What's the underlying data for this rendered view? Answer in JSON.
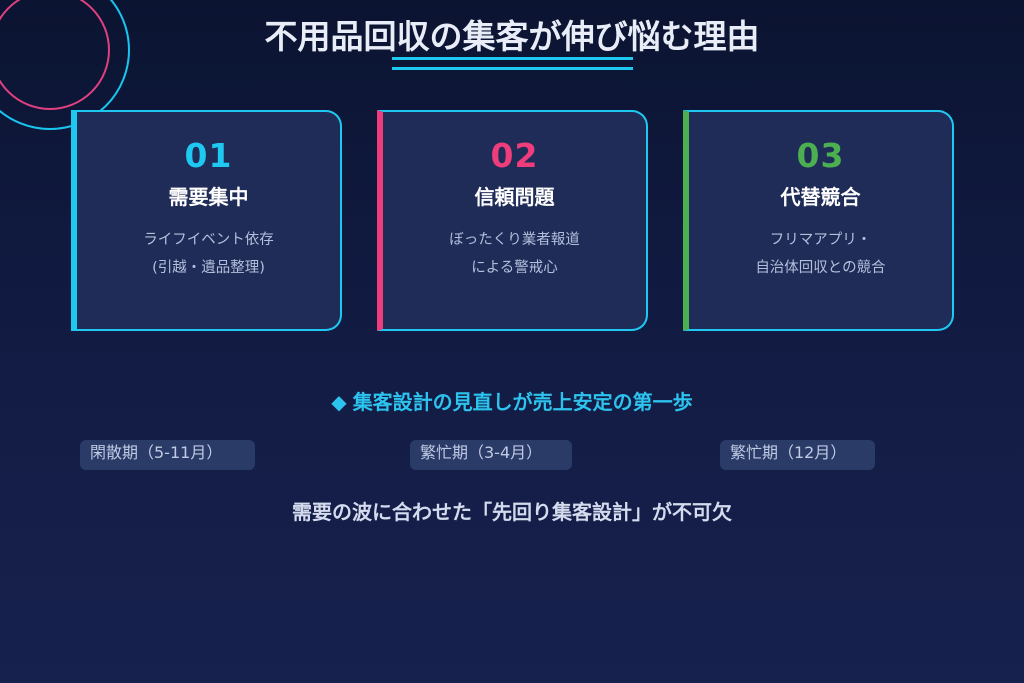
{
  "slide": {
    "title": "不用品回収の集客が伸び悩む理由",
    "colors": {
      "background_top": "#0b1431",
      "background_bottom": "#17214e",
      "accent_cyan": "#1ec8f0",
      "accent_pink": "#ef3d7c",
      "accent_green": "#4caf50",
      "card_bg": "#1f2c58",
      "pill_bg": "#2a3b68"
    }
  },
  "cards": [
    {
      "number": "01",
      "title": "需要集中",
      "desc_line1": "ライフイベント依存",
      "desc_line2": "(引越・遺品整理)",
      "accent": "#1ec8f0"
    },
    {
      "number": "02",
      "title": "信頼問題",
      "desc_line1": "ぼったくり業者報道",
      "desc_line2": "による警戒心",
      "accent": "#ef3d7c"
    },
    {
      "number": "03",
      "title": "代替競合",
      "desc_line1": "フリマアプリ・",
      "desc_line2": "自治体回収との競合",
      "accent": "#4caf50"
    }
  ],
  "key_message": {
    "icon": "diamond-icon",
    "icon_glyph": "◆",
    "text": "集客設計の見直しが売上安定の第一歩"
  },
  "seasons": [
    {
      "label": "閑散期（5-11月）"
    },
    {
      "label": "繁忙期（3-4月）"
    },
    {
      "label": "繁忙期（12月）"
    }
  ],
  "conclusion": {
    "text": "需要の波に合わせた「先回り集客設計」が不可欠"
  }
}
